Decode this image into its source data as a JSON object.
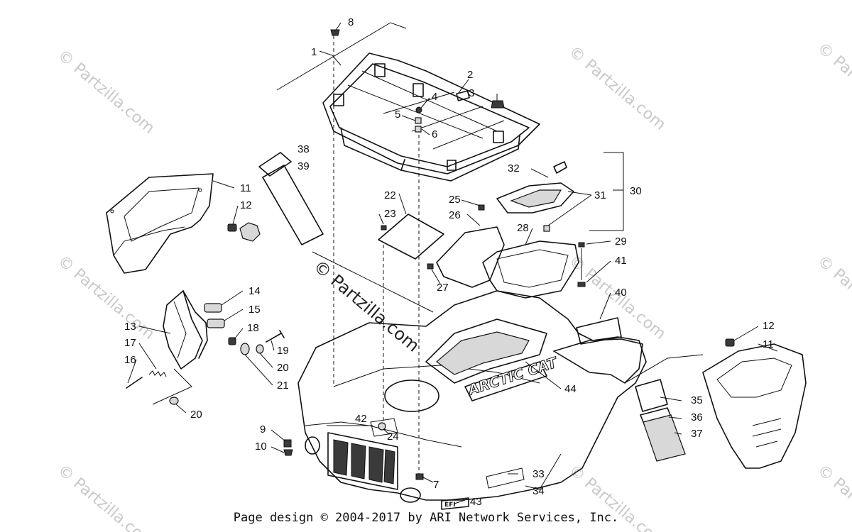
{
  "footer": {
    "text": "Page design © 2004-2017 by ARI Network Services, Inc."
  },
  "watermarks": {
    "center": "© Partzilla.com",
    "tile": "© Partzilla.com"
  },
  "logos": {
    "hood_brand": "ARCTIC CAT",
    "efi_badge": "EFI"
  },
  "callouts": {
    "c1": "1",
    "c2": "2",
    "c3": "3",
    "c4": "4",
    "c5": "5",
    "c6": "6",
    "c7": "7",
    "c8": "8",
    "c9": "9",
    "c10": "10",
    "c11a": "11",
    "c11b": "11",
    "c12a": "12",
    "c12b": "12",
    "c13": "13",
    "c14": "14",
    "c15": "15",
    "c16": "16",
    "c17": "17",
    "c18": "18",
    "c19": "19",
    "c20a": "20",
    "c20b": "20",
    "c21": "21",
    "c22": "22",
    "c23": "23",
    "c24": "24",
    "c25": "25",
    "c26": "26",
    "c27": "27",
    "c28": "28",
    "c29": "29",
    "c30": "30",
    "c31": "31",
    "c32": "32",
    "c33": "33",
    "c34": "34",
    "c35": "35",
    "c36": "36",
    "c37": "37",
    "c38": "38",
    "c39": "39",
    "c40": "40",
    "c41": "41",
    "c42": "42",
    "c43": "43",
    "c44": "44"
  }
}
